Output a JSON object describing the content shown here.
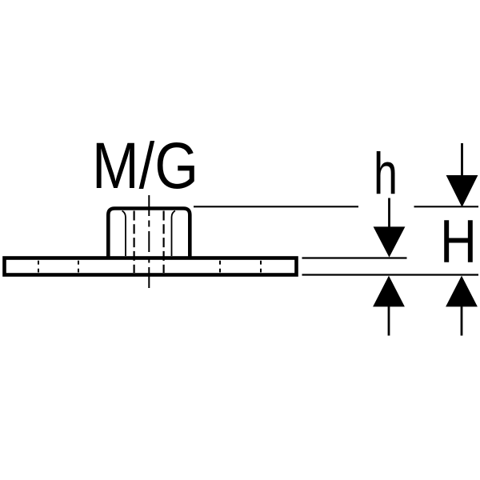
{
  "figure": {
    "background_color": "#ffffff",
    "ink_color": "#000000",
    "labels": {
      "thread": "M/G",
      "dim_small": "h",
      "dim_large": "H"
    }
  }
}
